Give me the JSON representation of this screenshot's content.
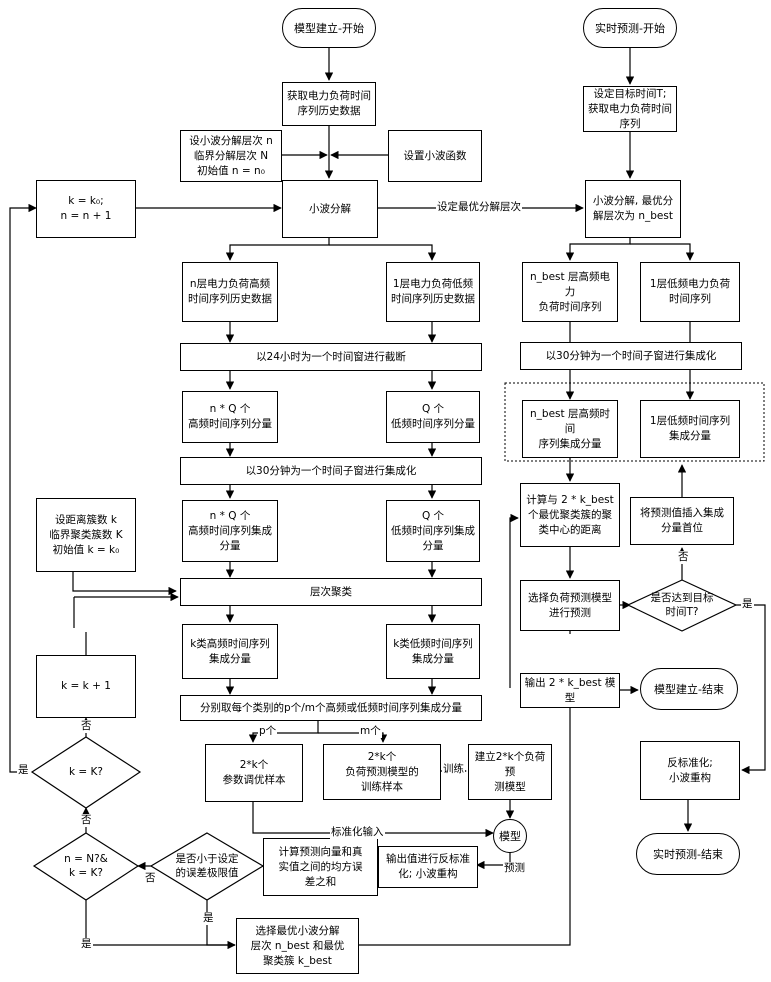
{
  "nodes": {
    "start_build": "模型建立-开始",
    "start_rt": "实时预测-开始",
    "get_hist": "获取电力负荷时间\n序列历史数据",
    "set_target": "设定目标时间T;\n获取电力负荷时间\n序列",
    "set_levels": "设小波分解层次 n\n临界分解层次  N\n初始值 n = n₀",
    "set_func": "设置小波函数",
    "k_init_n": "k = k₀;\nn = n + 1",
    "wavelet": "小波分解",
    "wavelet_rt": "小波分解, 最优分\n解层次为 n_best",
    "hf_hist": "n层电力负荷高频\n时间序列历史数据",
    "lf_hist": "1层电力负荷低频\n时间序列历史数据",
    "hf_rt": "n_best 层高频电力\n负荷时间序列",
    "lf_rt": "1层低频电力负荷\n时间序列",
    "trunc24": "以24小时为一个时间窗进行截断",
    "int30_rt": "以30分钟为一个时间子窗进行集成化",
    "hf_comp": "n * Q  个\n高频时间序列分量",
    "lf_comp": "Q  个\n低频时间序列分量",
    "hf_int_rt": "n_best 层高频时间\n序列集成分量",
    "lf_int_rt": "1层低频时间序列\n集成分量",
    "int30": "以30分钟为一个时间子窗进行集成化",
    "set_k": "设距离簇数 k\n临界聚类簇数 K\n初始值 k = k₀",
    "hf_int": "n * Q  个\n高频时间序列集成\n分量",
    "lf_int": "Q  个\n低频时间序列集成\n分量",
    "calc_dist": "计算与  2 * k_best\n个最优聚类簇的聚\n类中心的距离",
    "insert_val": "将预测值插入集成\n分量首位",
    "hier_cluster": "层次聚类",
    "select_model": "选择负荷预测模型\n进行预测",
    "reach_target": "是否达到目标\n时间T?",
    "k_hf": "k类高频时间序列\n集成分量",
    "k_lf": "k类低频时间序列\n集成分量",
    "k_inc": "k = k + 1",
    "output_model": "输出  2 * k_best 模型",
    "end_build": "模型建立-结束",
    "split_each": "分别取每个类别的p个/m个高频或低频时间序列集成分量",
    "k_eq_K": "k = K?",
    "tune_samples": "2*k个\n参数调优样本",
    "train_samples": "2*k个\n负荷预测模型的\n训练样本",
    "build_model": "建立2*k个负荷预\n测模型",
    "inverse_rt": "反标准化;\n小波重构",
    "model": "模型",
    "end_rt": "实时预测-结束",
    "n_eq_N": "n = N?&\nk = K?",
    "err_check": "是否小于设定\n的误差极限值",
    "calc_mse": "计算预测向量和真\n实值之间的均方误\n差之和",
    "inverse_out": "输出值进行反标准\n化; 小波重构",
    "select_best": "选择最优小波分解\n层次  n_best  和最优\n聚类簇  k_best"
  },
  "labels": {
    "set_opt_level": "设定最优分解层次",
    "p_count": "p个",
    "m_count": "m个",
    "train": "训练",
    "std_input": "标准化输入",
    "predict": "预测",
    "yes": "是",
    "no": "否"
  }
}
